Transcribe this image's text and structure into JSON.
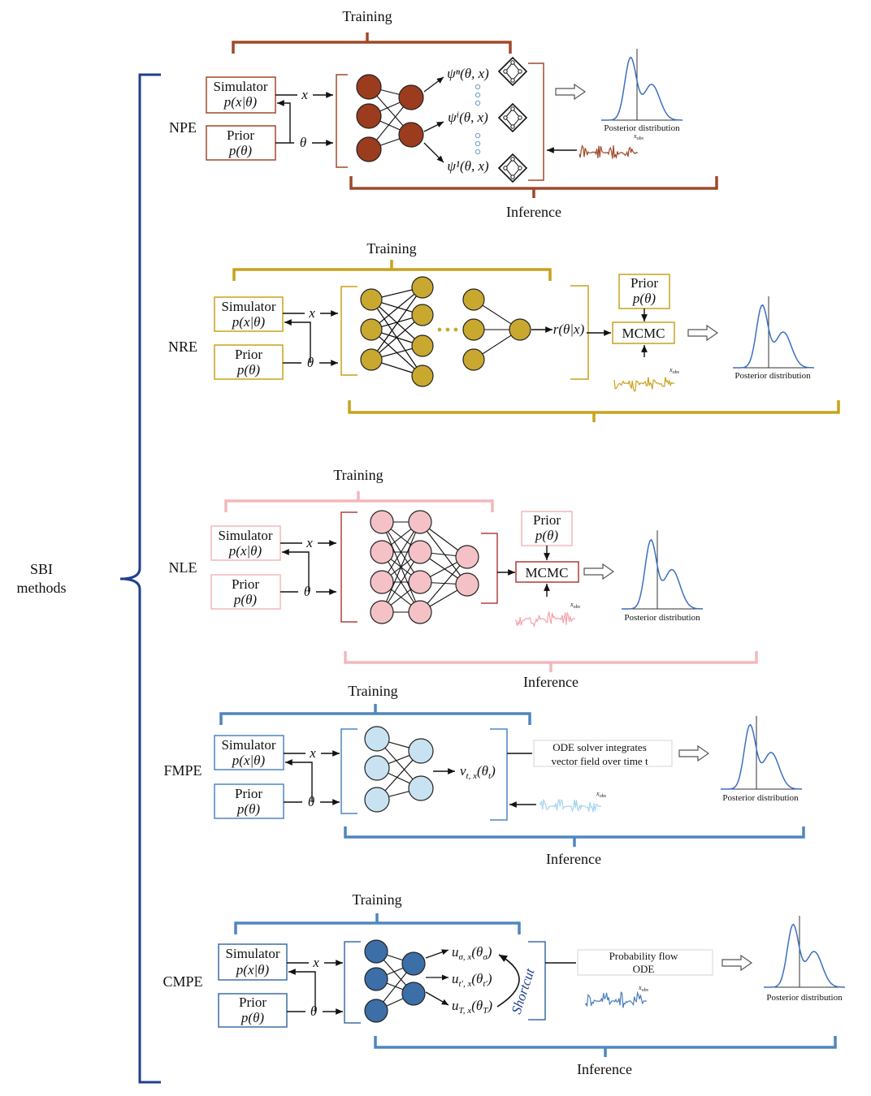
{
  "group": {
    "label_line1": "SBI",
    "label_line2": "methods",
    "color": "#1f3f8f"
  },
  "common": {
    "simulator": "Simulator",
    "simulator_expr": "p(x|θ)",
    "prior": "Prior",
    "prior_expr": "p(θ)",
    "x": "x",
    "theta": "θ",
    "training": "Training",
    "inference": "Inference",
    "posterior": "Posterior distribution",
    "xobs_main": "x",
    "xobs_sub": "obs",
    "mcmc": "MCMC"
  },
  "methods": [
    {
      "id": "npe",
      "name": "NPE",
      "color": "#a0482a",
      "node_color": "#9b3c1e",
      "outputs": [
        "ψⁿ(θ, x)",
        "ψⁱ(θ, x)",
        "ψ¹(θ, x)"
      ]
    },
    {
      "id": "nre",
      "name": "NRE",
      "color": "#c9a21c",
      "node_color": "#c9a830",
      "ratio": "r(θ|x)"
    },
    {
      "id": "nle",
      "name": "NLE",
      "color": "#b03a3a",
      "node_color": "#f4c2c6",
      "bracket_color": "#f2b8bc"
    },
    {
      "id": "fmpe",
      "name": "FMPE",
      "color": "#4f86bf",
      "node_color": "#c9e2f2",
      "vector_field": "v",
      "vector_field_sub": "t, x",
      "vector_field_arg": "(θ",
      "vector_field_arg_sub": "t",
      "vector_field_close": ")",
      "ode_line1": "ODE solver integrates",
      "ode_line2": "vector field over time t"
    },
    {
      "id": "cmpe",
      "name": "CMPE",
      "color": "#3d6fa6",
      "node_color": "#3c6ea8",
      "outputs": [
        {
          "u": "u",
          "sub": "σ, x",
          "arg": "(θ",
          "argsub": "σ",
          "close": ")"
        },
        {
          "u": "u",
          "sub": "t′, x",
          "arg": "(θ",
          "argsub": "t′",
          "close": ")"
        },
        {
          "u": "u",
          "sub": "T, x",
          "arg": "(θ",
          "argsub": "T",
          "close": ")"
        }
      ],
      "shortcut": "Shortcut",
      "flow_line1": "Probability flow",
      "flow_line2": "ODE"
    }
  ]
}
